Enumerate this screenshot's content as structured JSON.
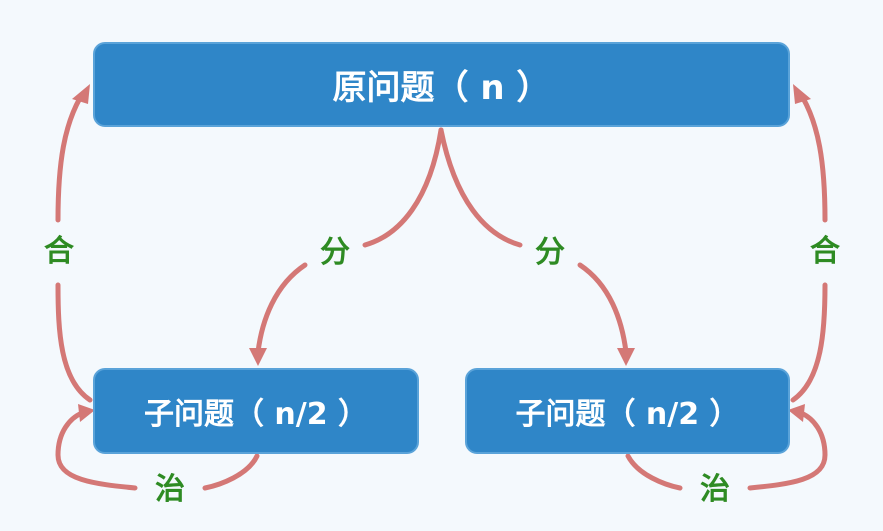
{
  "nodes": {
    "root": "原问题（ n ）",
    "left_child": "子问题（ n/2 ）",
    "right_child": "子问题（ n/2 ）"
  },
  "edge_labels": {
    "divide_left": "分",
    "divide_right": "分",
    "merge_left": "合",
    "merge_right": "合",
    "conquer_left": "治",
    "conquer_right": "治"
  },
  "colors": {
    "box_fill": "#2f86c8",
    "arrow": "#d47876",
    "label_text": "#2e8b23",
    "background": "#f4f9fd"
  }
}
